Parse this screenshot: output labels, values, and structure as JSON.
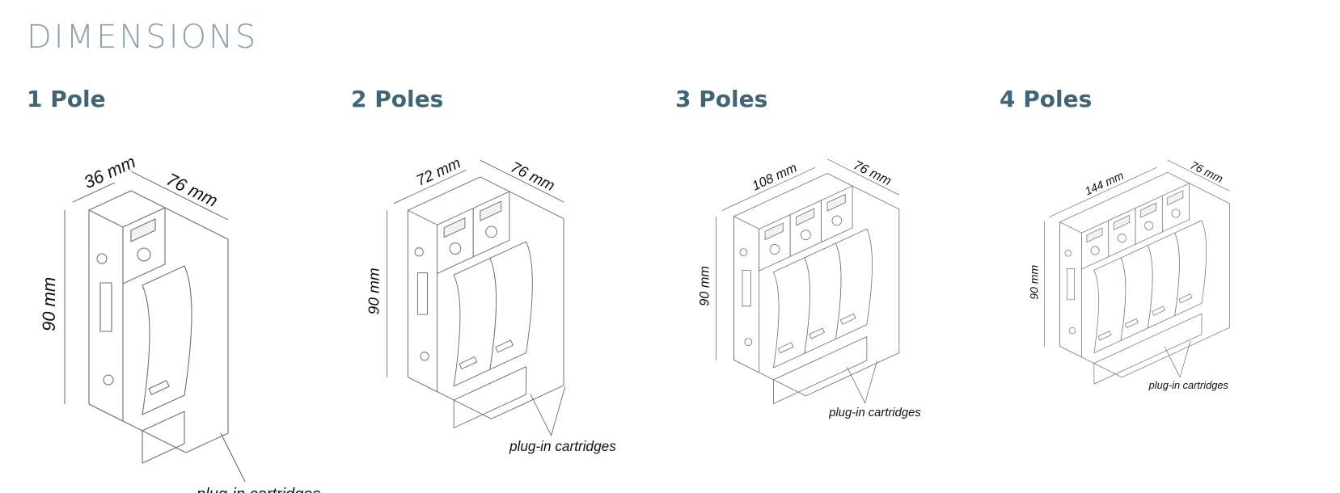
{
  "page": {
    "title": "DIMENSIONS"
  },
  "colors": {
    "title": "#8aa2ad",
    "heading": "#3f6577",
    "line": "#6f6f6f"
  },
  "columns": [
    {
      "heading": "1 Pole",
      "width_label": "36 mm",
      "depth_label": "76 mm",
      "height_label": "90 mm",
      "cartridges_label": "plug-in cartridges",
      "poles": 1
    },
    {
      "heading": "2 Poles",
      "width_label": "72 mm",
      "depth_label": "76 mm",
      "height_label": "90 mm",
      "cartridges_label": "plug-in cartridges",
      "poles": 2
    },
    {
      "heading": "3 Poles",
      "width_label": "108 mm",
      "depth_label": "76 mm",
      "height_label": "90 mm",
      "cartridges_label": "plug-in cartridges",
      "poles": 3
    },
    {
      "heading": "4 Poles",
      "width_label": "144 mm",
      "depth_label": "76 mm",
      "height_label": "90 mm",
      "cartridges_label": "plug-in cartridges",
      "poles": 4
    }
  ]
}
